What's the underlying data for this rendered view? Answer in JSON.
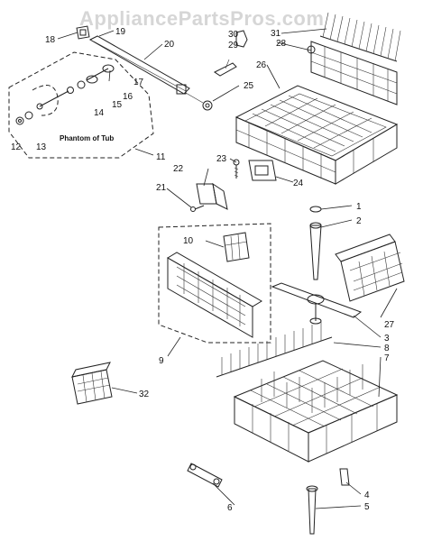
{
  "watermark": "AppliancePartsPros.com",
  "phantom_label": "Phantom of Tub",
  "callouts": [
    "1",
    "2",
    "3",
    "4",
    "5",
    "6",
    "7",
    "8",
    "9",
    "10",
    "11",
    "12",
    "13",
    "14",
    "15",
    "16",
    "17",
    "18",
    "19",
    "20",
    "21",
    "22",
    "23",
    "24",
    "25",
    "26",
    "27",
    "28",
    "29",
    "30",
    "31",
    "32"
  ]
}
